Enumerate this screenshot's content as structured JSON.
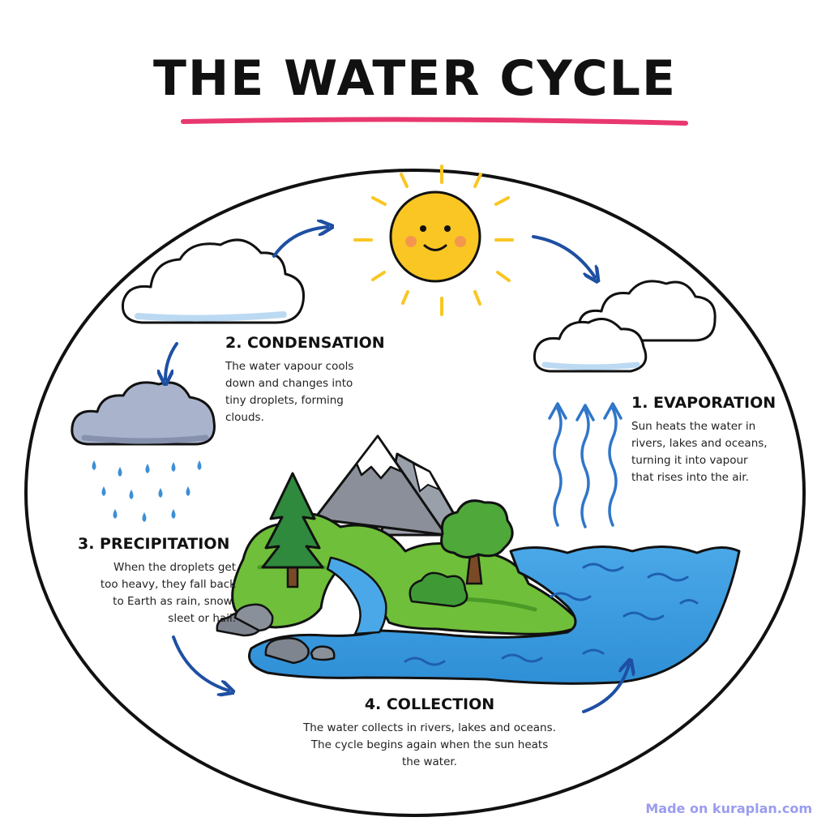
{
  "title": "THE WATER CYCLE",
  "steps": {
    "condensation": {
      "heading": "2. CONDENSATION",
      "lines": [
        "The water vapour cools",
        "down and changes into",
        "tiny droplets, forming",
        "clouds."
      ]
    },
    "evaporation": {
      "heading": "1. EVAPORATION",
      "lines": [
        "Sun heats the water in",
        "rivers, lakes and oceans,",
        "turning it into vapour",
        "that rises into the air."
      ]
    },
    "precipitation": {
      "heading": "3. PRECIPITATION",
      "lines": [
        "When the droplets get",
        "too heavy, they fall back",
        "to Earth as rain, snow,",
        "sleet or hail."
      ]
    },
    "collection": {
      "heading": "4. COLLECTION",
      "lines": [
        "The water collects in rivers, lakes and oceans.",
        "The cycle begins again when the sun heats",
        "the water."
      ]
    }
  },
  "credit": "Made on kuraplan.com",
  "colors": {
    "title_underline": "#e8386f",
    "arrow": "#1e4fa3",
    "sun": "#f9c623",
    "water": "#3d9ee0",
    "grass": "#6fbf3a",
    "mountain": "#8a8f99"
  }
}
